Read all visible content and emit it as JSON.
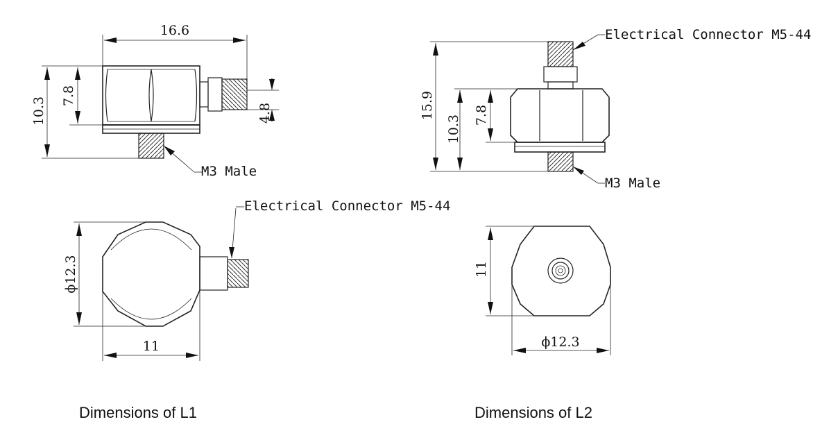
{
  "l1": {
    "caption": "Dimensions of L1",
    "dim_length": "16.6",
    "dim_height_total": "10.3",
    "dim_hex": "7.8",
    "dim_connector": "4.8",
    "mount_label": "M3 Male",
    "connector_label": "Electrical Connector M5-44",
    "dim_diameter": "ϕ12.3",
    "dim_flat": "11"
  },
  "l2": {
    "caption": "Dimensions of L2",
    "connector_label": "Electrical Connector M5-44",
    "dim_total": "15.9",
    "dim_body": "10.3",
    "dim_hex": "7.8",
    "mount_label": "M3 Male",
    "dim_flat": "11",
    "dim_diameter": "ϕ12.3"
  }
}
